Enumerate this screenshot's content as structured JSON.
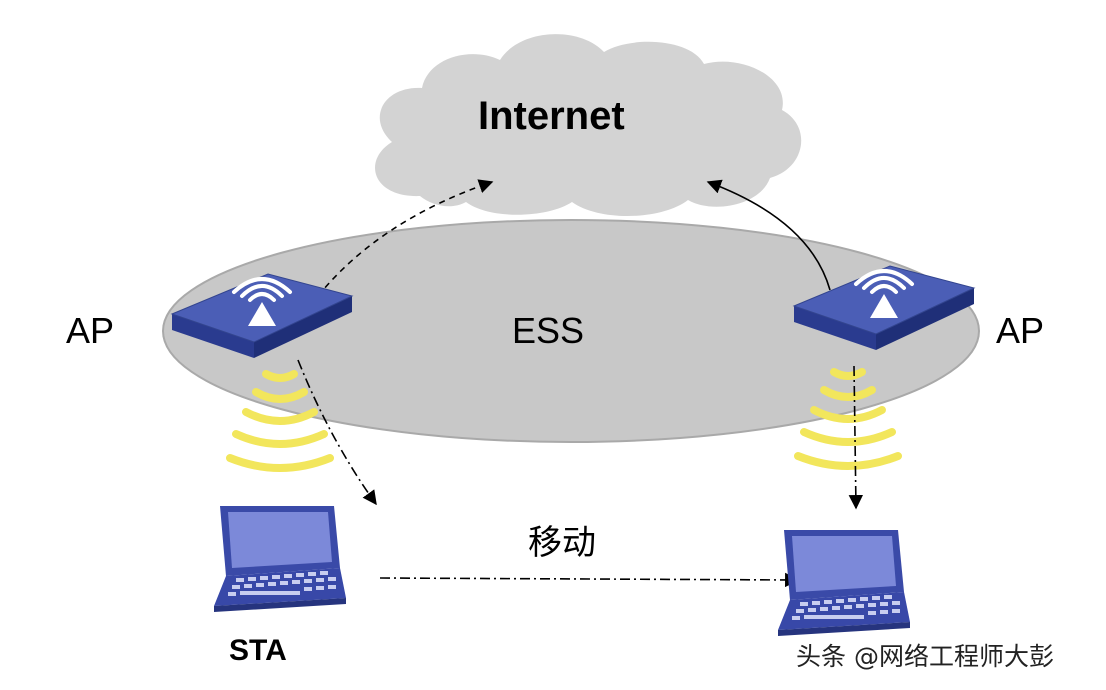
{
  "labels": {
    "internet": "Internet",
    "ess": "ESS",
    "ap_left": "AP",
    "ap_right": "AP",
    "move": "移动",
    "sta": "STA"
  },
  "watermark": "头条 @网络工程师大彭",
  "colors": {
    "cloud": "#d3d3d3",
    "ess_ellipse": "#c8c8c8",
    "ap_top": "#4c5fb4",
    "ap_side": "#263a8c",
    "wifi_waves": "#f2e65c",
    "laptop_screen": "#7a86d8",
    "laptop_body": "#3848a8"
  },
  "icons": [
    "cloud-icon",
    "access-point-icon",
    "wifi-signal-icon",
    "laptop-icon"
  ]
}
